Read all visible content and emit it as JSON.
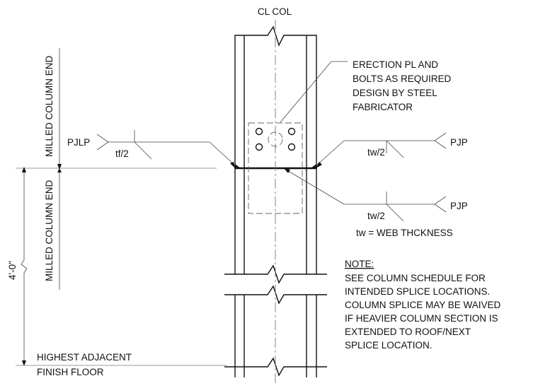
{
  "labels": {
    "cl_col": "CL COL",
    "erection_note": [
      "ERECTION PL AND",
      "BOLTS AS REQUIRED",
      "DESIGN BY STEEL",
      "FABRICATOR"
    ],
    "milled_end_upper": "MILLED COLUMN END",
    "milled_end_lower": "MILLED COLUMN END",
    "pjlp": "PJLP",
    "tf_half": "tf/2",
    "pjp_upper": "PJP",
    "tw_half_upper": "tw/2",
    "pjp_lower": "PJP",
    "tw_half_lower": "tw/2",
    "tw_definition": "tw = WEB THCKNESS",
    "dimension": "4'-0\"",
    "floor": [
      "HIGHEST ADJACENT",
      "FINISH FLOOR"
    ]
  },
  "note": {
    "heading": "NOTE:",
    "lines": [
      "SEE COLUMN SCHEDULE FOR",
      "INTENDED SPLICE LOCATIONS.",
      "COLUMN SPLICE MAY BE WAIVED",
      "IF HEAVIER COLUMN SECTION IS",
      "EXTENDED TO ROOF/NEXT",
      "SPLICE LOCATION."
    ]
  }
}
